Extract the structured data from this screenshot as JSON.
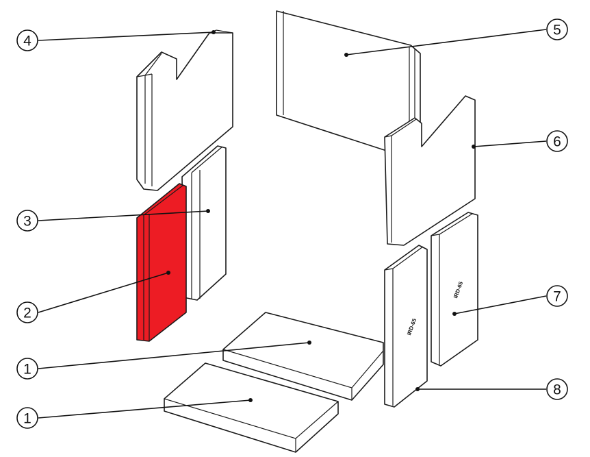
{
  "highlight_color": "#ed1c24",
  "callouts": [
    {
      "id": "c1a",
      "label": "1"
    },
    {
      "id": "c1b",
      "label": "1"
    },
    {
      "id": "c2",
      "label": "2"
    },
    {
      "id": "c3",
      "label": "3"
    },
    {
      "id": "c4",
      "label": "4"
    },
    {
      "id": "c5",
      "label": "5"
    },
    {
      "id": "c6",
      "label": "6"
    },
    {
      "id": "c7",
      "label": "7"
    },
    {
      "id": "c8",
      "label": "8"
    }
  ],
  "stamps": {
    "part7": "IRD-65",
    "part8": "IRD-65"
  },
  "highlighted_part": "2"
}
